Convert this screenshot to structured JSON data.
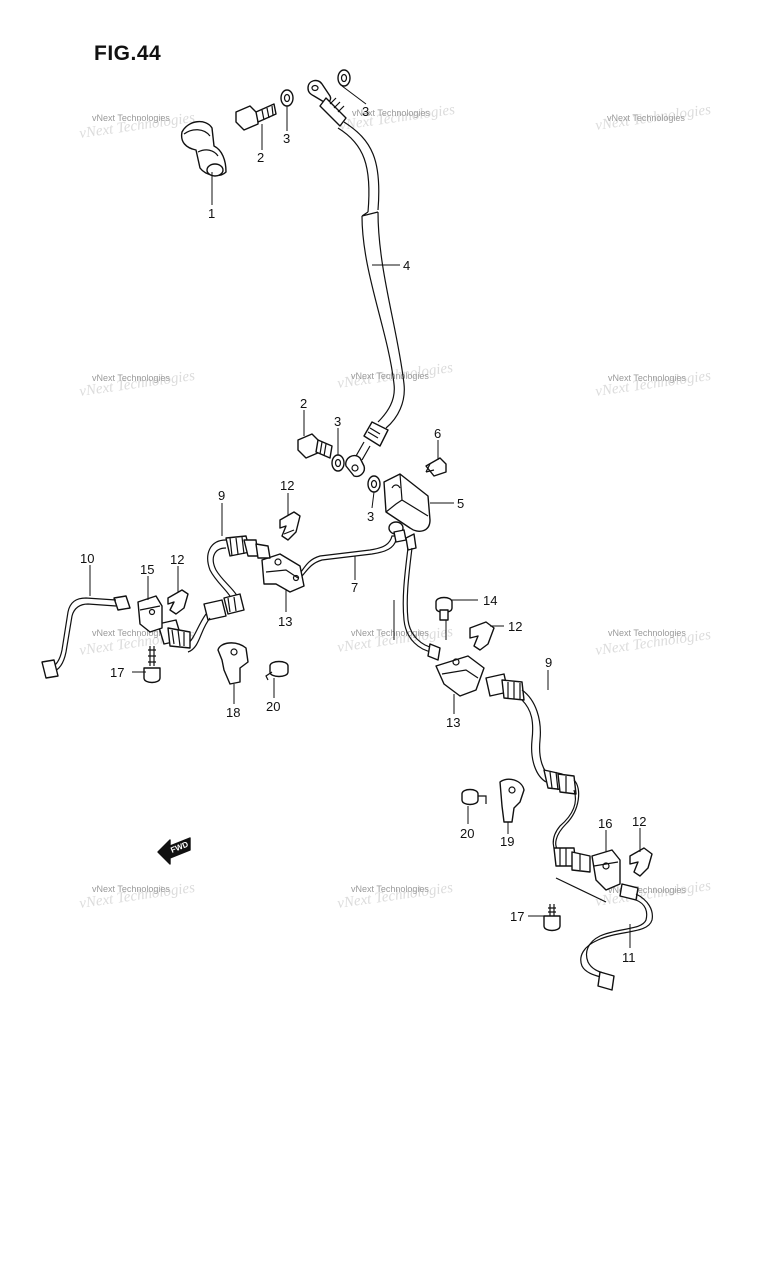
{
  "figure": {
    "title": "FIG.44"
  },
  "watermark": {
    "text": "vNext Technologies"
  },
  "fwd_arrow": {
    "label": "FWD"
  },
  "callouts": [
    {
      "id": "c1",
      "label": "1"
    },
    {
      "id": "c2a",
      "label": "2"
    },
    {
      "id": "c3a",
      "label": "3"
    },
    {
      "id": "c3b",
      "label": "3"
    },
    {
      "id": "c4",
      "label": "4"
    },
    {
      "id": "c2b",
      "label": "2"
    },
    {
      "id": "c3c",
      "label": "3"
    },
    {
      "id": "c6",
      "label": "6"
    },
    {
      "id": "c5",
      "label": "5"
    },
    {
      "id": "c3d",
      "label": "3"
    },
    {
      "id": "c9a",
      "label": "9"
    },
    {
      "id": "c12a",
      "label": "12"
    },
    {
      "id": "c10",
      "label": "10"
    },
    {
      "id": "c15",
      "label": "15"
    },
    {
      "id": "c12b",
      "label": "12"
    },
    {
      "id": "c7",
      "label": "7"
    },
    {
      "id": "c13a",
      "label": "13"
    },
    {
      "id": "c14",
      "label": "14"
    },
    {
      "id": "c12c",
      "label": "12"
    },
    {
      "id": "c17a",
      "label": "17"
    },
    {
      "id": "c18",
      "label": "18"
    },
    {
      "id": "c20a",
      "label": "20"
    },
    {
      "id": "c9b",
      "label": "9"
    },
    {
      "id": "c13b",
      "label": "13"
    },
    {
      "id": "c20b",
      "label": "20"
    },
    {
      "id": "c19",
      "label": "19"
    },
    {
      "id": "c16",
      "label": "16"
    },
    {
      "id": "c12d",
      "label": "12"
    },
    {
      "id": "c17b",
      "label": "17"
    },
    {
      "id": "c11",
      "label": "11"
    }
  ]
}
